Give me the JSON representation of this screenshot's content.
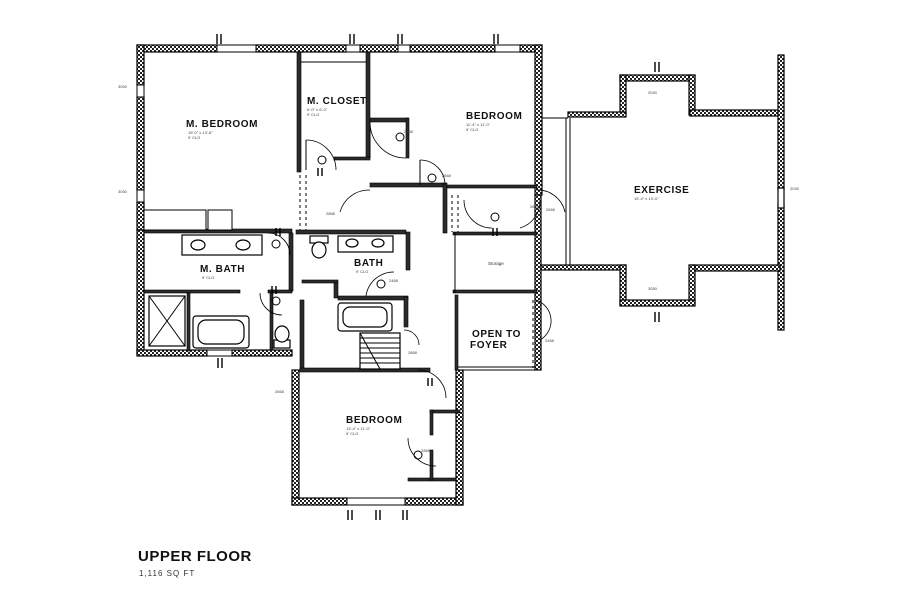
{
  "plan": {
    "title": "UPPER FLOOR",
    "area": "1,116 SQ FT"
  },
  "rooms": {
    "m_bedroom": {
      "label": "M. BEDROOM",
      "dims": "15'-0\" x 13'-8\"",
      "ceiling": "9' CLG"
    },
    "m_closet": {
      "label": "M. CLOSET",
      "dims": "6'-0\" x 6'-0\"",
      "ceiling": "9' CLG"
    },
    "bedroom_1": {
      "label": "BEDROOM",
      "dims": "11'-4\" x 11'-0\"",
      "ceiling": "9' CLG"
    },
    "exercise": {
      "label": "EXERCISE",
      "dims": "15'-4\" x 13'-0\""
    },
    "m_bath": {
      "label": "M. BATH",
      "ceiling": "9' CLG"
    },
    "bath": {
      "label": "BATH",
      "ceiling": "9' CLG"
    },
    "storage": {
      "label": "Storage"
    },
    "open_to_foyer": {
      "line1": "OPEN TO",
      "line2": "FOYER"
    },
    "bedroom_2": {
      "label": "BEDROOM",
      "dims": "13'-4\" x 11'-0\"",
      "ceiling": "9' CLG"
    }
  },
  "door_tags": [
    "2868",
    "2868",
    "2868",
    "2668",
    "2668",
    "2468",
    "2668",
    "2868",
    "2868",
    "2468"
  ],
  "window_tags": [
    "3050",
    "3050",
    "2040",
    "3050",
    "2040"
  ]
}
